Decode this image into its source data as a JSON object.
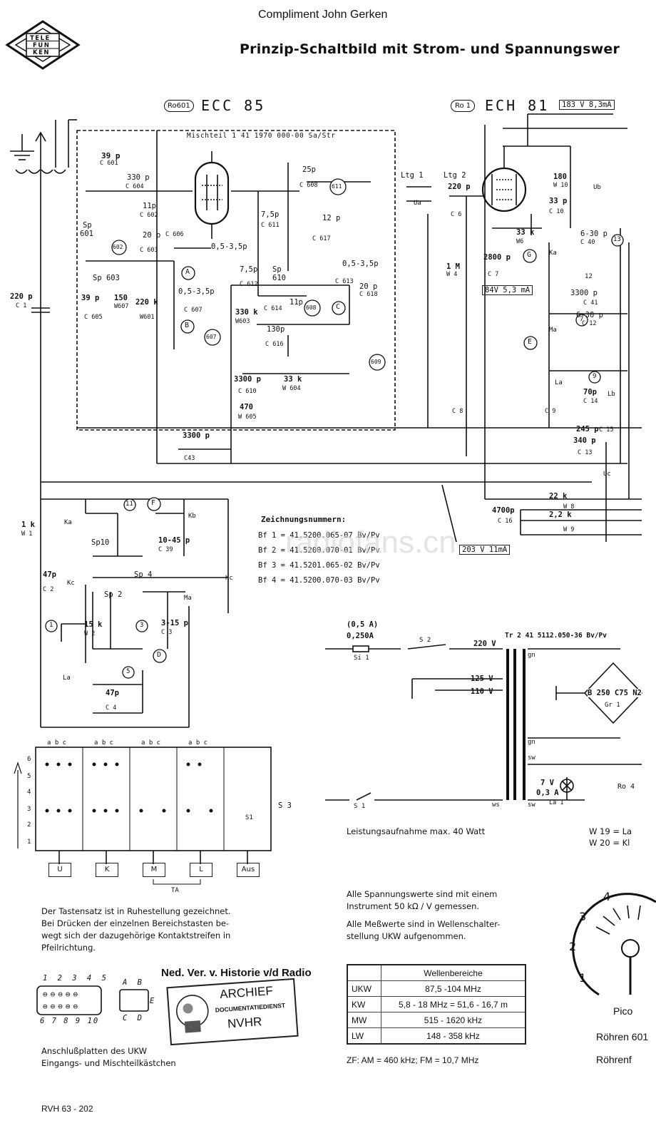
{
  "header": {
    "credit": "Compliment John Gerken",
    "title": "Prinzip-Schaltbild mit Strom- und Spannungswer",
    "logo_lines": [
      "TELE",
      "FUN",
      "KEN"
    ]
  },
  "tubes": {
    "left_ref": "Ro601",
    "left_name": "ECC 85",
    "right_ref": "Ro 1",
    "right_name": "ECH 81",
    "right_reading": "183 V 8,3mA"
  },
  "mischteil": "Mischteil 1   41 1970 000-00 Sa/Str",
  "components": {
    "c601": [
      "39 p",
      "C 601"
    ],
    "c604": [
      "330 p",
      "C 604"
    ],
    "c602": [
      "11p",
      "C 602"
    ],
    "c603": [
      "20 p",
      "C 603"
    ],
    "c605": [
      "39 p",
      "C 605"
    ],
    "sp601": [
      "Sp",
      "601"
    ],
    "sp603": "Sp 603",
    "w607": [
      "150",
      "W607"
    ],
    "w601": [
      "220 k",
      "W601"
    ],
    "c1": [
      "220 p",
      "C 1"
    ],
    "c606": [
      "C 606",
      "0,5-3,5p"
    ],
    "c607": [
      "0,5-3,5p",
      "C 607"
    ],
    "c608": [
      "25p",
      "C 608"
    ],
    "c611": [
      "7,5p",
      "C 611"
    ],
    "c612": [
      "7,5p",
      "C 612"
    ],
    "sp610": [
      "Sp",
      "610"
    ],
    "w603": [
      "330 k",
      "W603"
    ],
    "c614": [
      "C 614",
      "11p"
    ],
    "c616": [
      "130p",
      "C 616"
    ],
    "c617": [
      "12 p",
      "C 617"
    ],
    "c613": [
      "0,5-3,5p",
      "C 613"
    ],
    "c618": [
      "20 p",
      "C 618"
    ],
    "c610": [
      "3300 p",
      "C 610"
    ],
    "w604": [
      "33 k",
      "W 604"
    ],
    "w605": [
      "470",
      "W 605"
    ],
    "c43": [
      "3300 p",
      "C43"
    ],
    "ltg1": "Ltg 1",
    "ltg2": "Ltg 2",
    "c6": [
      "220 p",
      "C 6"
    ],
    "w4": [
      "1 M",
      "W 4"
    ],
    "c7": [
      "2800 p",
      "C 7"
    ],
    "v84": "84V 5,3 mA",
    "w10": [
      "180",
      "W 10"
    ],
    "c10": [
      "33 p",
      "C 10"
    ],
    "w6": [
      "33 k",
      "W6"
    ],
    "c40": [
      "6-30 p",
      "C 40"
    ],
    "c41": [
      "3300 p",
      "C 41"
    ],
    "c12": [
      "6-30 p",
      "C 12"
    ],
    "c14": [
      "70p",
      "C 14"
    ],
    "c15": [
      "245 p",
      "C 15"
    ],
    "c13": [
      "340 p",
      "C 13"
    ],
    "c8": "C 8",
    "c9": "C 9",
    "w8": [
      "22 k",
      "W 8"
    ],
    "w9": [
      "2,2 k",
      "W 9"
    ],
    "c16": [
      "4700p",
      "C 16"
    ],
    "v203": "203 V 11mA",
    "w1": [
      "1 k",
      "W 1"
    ],
    "c2": [
      "47p",
      "C 2"
    ],
    "c39": [
      "10-45 p",
      "C 39"
    ],
    "sp10": "Sp10",
    "sp2": "Sp 2",
    "sp4": "Sp 4",
    "w2": [
      "15 k",
      "W 2"
    ],
    "c3": [
      "3-15 p",
      "C 3"
    ],
    "c4": [
      "47p",
      "C 4"
    ]
  },
  "switch_labels": [
    "Ka",
    "Kb",
    "Kc",
    "Kc",
    "Ma",
    "La",
    "Ua",
    "Ub",
    "Ka",
    "Ma",
    "La",
    "Lb",
    "Uc"
  ],
  "circle_labels": [
    "602",
    "607",
    "608",
    "609",
    "611",
    "A",
    "B",
    "C",
    "D",
    "E",
    "F",
    "G",
    "1",
    "3",
    "5",
    "7",
    "9",
    "11",
    "12",
    "13"
  ],
  "drawing_numbers": {
    "heading": "Zeichnungsnummern:",
    "rows": [
      "Bf 1 = 41.5200.065-07 Bv/Pv",
      "Bf 2 = 41.5200.070-01 Bv/Pv",
      "Bf 3 = 41.5201.065-02 Bv/Pv",
      "Bf 4 = 41.5200.070-03 Bv/Pv"
    ]
  },
  "watermark": "radiofans.cn",
  "power_supply": {
    "fuse_current_alt": "(0,5 A)",
    "fuse_current": "0,250A",
    "fuse": "Si 1",
    "switch2": "S 2",
    "switch1": "S 1",
    "v220": "220 V",
    "v125": "125 V",
    "v110": "110 V",
    "transformer": "Tr 2  41 5112.050-36 Bv/Pv",
    "rectifier": "B 250 C75 N2",
    "rect_ref": "Gr 1",
    "lamp": [
      "7 V",
      "0,3 A",
      "La 1"
    ],
    "gn": "gn",
    "sw": "sw",
    "ws": "ws",
    "ro4": "Ro 4"
  },
  "power_note": "Leistungsaufnahme max. 40 Watt",
  "w_notes": [
    "W 19 = La",
    "W 20 = Kl"
  ],
  "keyboard": {
    "cols": [
      "a b c",
      "a b c",
      "a b c",
      "a b c"
    ],
    "rows": [
      "6",
      "5",
      "4",
      "3",
      "2",
      "1"
    ],
    "s3": "S 3",
    "s1": "S1",
    "buttons": [
      "U",
      "K",
      "M",
      "L",
      "Aus"
    ],
    "ta": "TA"
  },
  "notes": {
    "left": [
      "Der Tastensatz ist in Ruhestellung gezeichnet.",
      "Bei Drücken der einzelnen Bereichstasten be-",
      "wegt sich der dazugehörige Kontaktstreifen in",
      "Pfeilrichtung."
    ],
    "right1": [
      "Alle Spannungswerte sind mit einem",
      "Instrument 50 kΩ / V gemessen."
    ],
    "right2": [
      "Alle Meßwerte sind in Wellenschalter-",
      "stellung UKW aufgenommen."
    ]
  },
  "archive": {
    "heading": "Ned. Ver. v. Historie v/d Radio",
    "stamp_line1": "ARCHIEF",
    "stamp_line2": "DOCUMENTATIEDIENST",
    "stamp_line3": "NVHR"
  },
  "connector": {
    "top_numbers": "1 2 3 4 5",
    "bottom_numbers": "6 7 8 9 10",
    "ab": "A B",
    "cd": "C D",
    "e": "E",
    "caption": [
      "Anschlußplatten des UKW",
      "Eingangs- und Mischteilkästchen"
    ]
  },
  "wellenbereiche": {
    "heading": "Wellenbereiche",
    "rows": [
      {
        "band": "UKW",
        "range": "87,5 -104 MHz"
      },
      {
        "band": "KW",
        "range": "5,8 - 18 MHz = 51,6 - 16,7 m"
      },
      {
        "band": "MW",
        "range": "515 - 1620 kHz"
      },
      {
        "band": "LW",
        "range": "148 - 358 kHz"
      }
    ],
    "zf": "ZF: AM = 460 kHz; FM = 10,7 MHz"
  },
  "pico": {
    "numbers": [
      "1",
      "2",
      "3",
      "4"
    ],
    "label": "Pico",
    "line2": "Röhren 601",
    "line3": "Röhrenf"
  },
  "footer": "RVH 63 - 202"
}
